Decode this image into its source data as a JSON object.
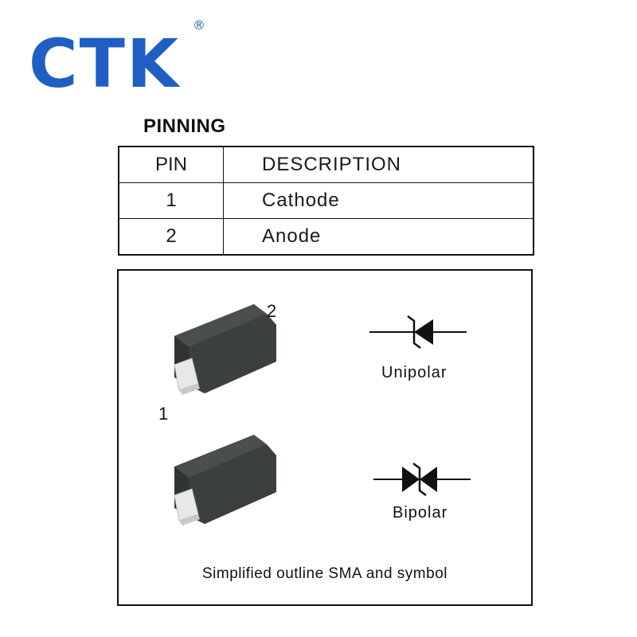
{
  "logo": {
    "text": "CTK",
    "registered": "®"
  },
  "section_title": "PINNING",
  "table": {
    "headers": {
      "pin": "PIN",
      "description": "DESCRIPTION"
    },
    "rows": [
      {
        "pin": "1",
        "description": "Cathode"
      },
      {
        "pin": "2",
        "description": "Anode"
      }
    ]
  },
  "figure": {
    "pin_labels": {
      "upper": "2",
      "lower": "1"
    },
    "unipolar_label": "Unipolar",
    "bipolar_label": "Bipolar",
    "caption": "Simplified outline SMA and symbol"
  },
  "colors": {
    "brand_blue": "#1f5fc4",
    "package_body": "#3b3f3d",
    "lead": "#e6e6e6"
  }
}
